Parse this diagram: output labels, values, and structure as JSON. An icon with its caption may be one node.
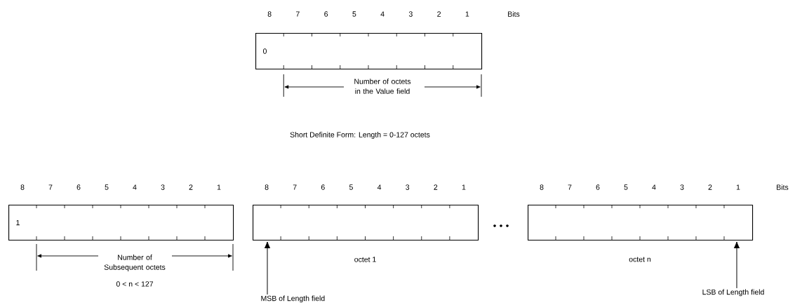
{
  "diagram": {
    "caption": "Short Definite Form: Length = 0-127 octets",
    "nodes": [
      {
        "text": [
          "0"
        ]
      },
      {
        "text": [
          "1"
        ]
      },
      {
        "text": [],
        "shape": "box",
        "beside": [
          "octet 1"
        ]
      },
      {
        "text": [],
        "shape": "box",
        "beside": [
          "octet n"
        ]
      },
      {
        "text": [
          "MSB of Length field"
        ]
      },
      {
        "text": [
          "LSB of Length field"
        ]
      }
    ],
    "edges": [
      {
        "from": 4,
        "to": 2,
        "arrow": "to"
      },
      {
        "from": 5,
        "to": 3,
        "arrow": "to"
      }
    ],
    "labels": [
      "8",
      "7",
      "6",
      "5",
      "4",
      "3",
      "2",
      "1",
      "Bits",
      "Number of octets in the Value field",
      "8",
      "7",
      "6",
      "5",
      "4",
      "3",
      "2",
      "1",
      "8",
      "7",
      "6",
      "5",
      "4",
      "3",
      "2",
      "1",
      "8",
      "7",
      "6",
      "5",
      "4",
      "3",
      "2",
      "1",
      "Bits",
      "Number of Subsequent octets",
      "0 < n < 127"
    ]
  }
}
